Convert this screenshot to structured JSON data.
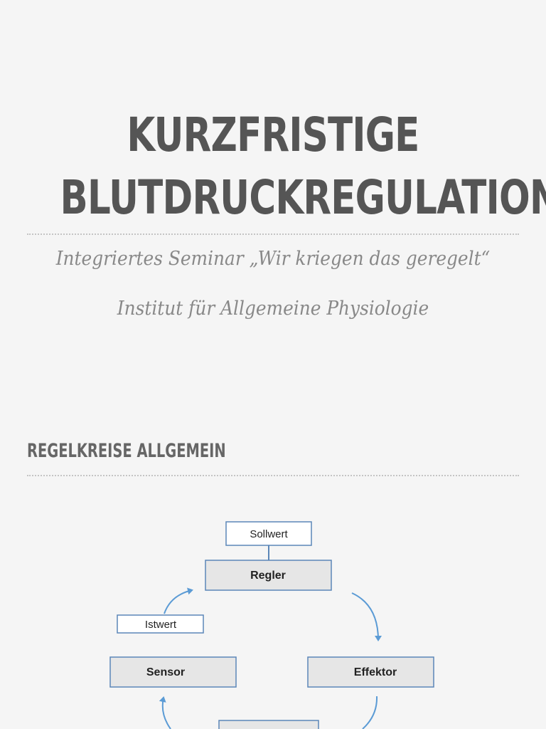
{
  "title": {
    "line1": "KURZFRISTIGE",
    "line2": "BLUTDRUCKREGULATION"
  },
  "subtitle": {
    "line1": "Integriertes Seminar „Wir kriegen das geregelt“",
    "line2": "Institut für Allgemeine Physiologie"
  },
  "section": {
    "heading": "REGELKREISE ALLGEMEIN"
  },
  "diagram": {
    "sollwert": "Sollwert",
    "regler": "Regler",
    "istwert": "Istwert",
    "sensor": "Sensor",
    "effektor": "Effektor"
  },
  "colors": {
    "title": "#555555",
    "subtitle": "#888888",
    "box_fill": "#e6e6e6",
    "box_stroke": "#5b86b8",
    "arrow": "#5b9bd5"
  }
}
